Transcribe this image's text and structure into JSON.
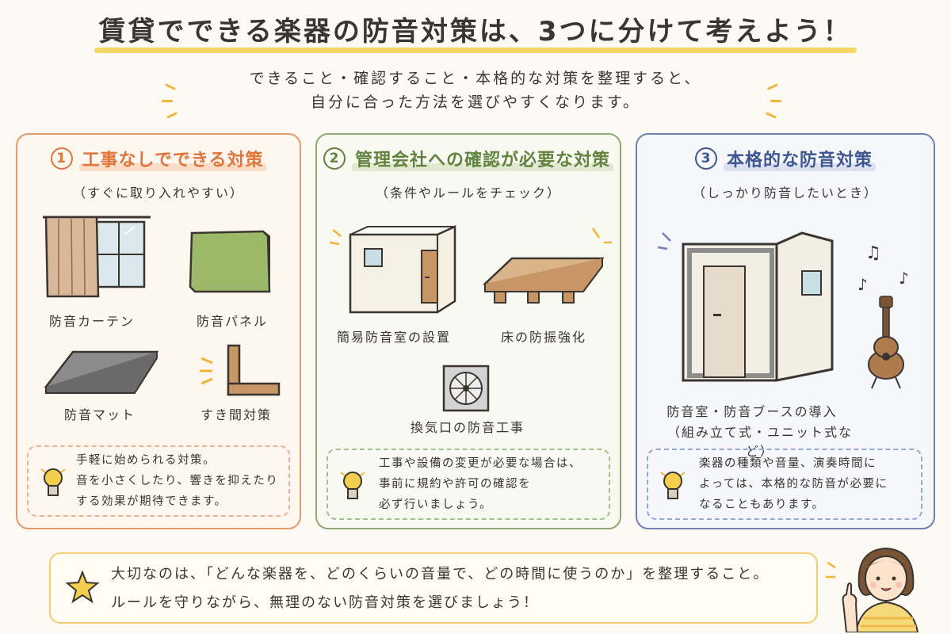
{
  "header": {
    "title": "賃貸でできる楽器の防音対策は、3つに分けて考えよう！",
    "intro_line1": "できること・確認すること・本格的な対策を整理すると、",
    "intro_line2": "自分に合った方法を選びやすくなります。"
  },
  "panels": [
    {
      "number": "1",
      "title": "工事なしでできる対策",
      "subtitle": "（すぐに取り入れやすい）",
      "items": [
        "防音カーテン",
        "防音パネル",
        "防音マット",
        "すき間対策"
      ],
      "tip_lines": [
        "手軽に始められる対策。",
        "音を小さくしたり、響きを抑えたり",
        "する効果が期待できます。"
      ]
    },
    {
      "number": "2",
      "title": "管理会社への確認が必要な対策",
      "subtitle": "（条件やルールをチェック）",
      "items": [
        "簡易防音室の設置",
        "床の防振強化",
        "換気口の防音工事"
      ],
      "tip_lines": [
        "工事や設備の変更が必要な場合は、",
        "事前に規約や許可の確認を",
        "必ず行いましょう。"
      ]
    },
    {
      "number": "3",
      "title": "本格的な防音対策",
      "subtitle": "（しっかり防音したいとき）",
      "items": [
        "防音室・防音ブースの導入",
        "（組み立て式・ユニット式など）"
      ],
      "tip_lines": [
        "楽器の種類や音量、演奏時間に",
        "よっては、本格的な防音が必要に",
        "なることもあります。"
      ]
    }
  ],
  "bottom": {
    "line1": "大切なのは、「どんな楽器を、どのくらいの音量で、どの時間に使うのか」を整理すること。",
    "line2": "ルールを守りながら、無理のない防音対策を選びましょう！"
  },
  "colors": {
    "panel1": "#e59868",
    "panel2": "#8ea877",
    "panel3": "#6d82b3",
    "title_highlight": "#f4cf4e"
  }
}
